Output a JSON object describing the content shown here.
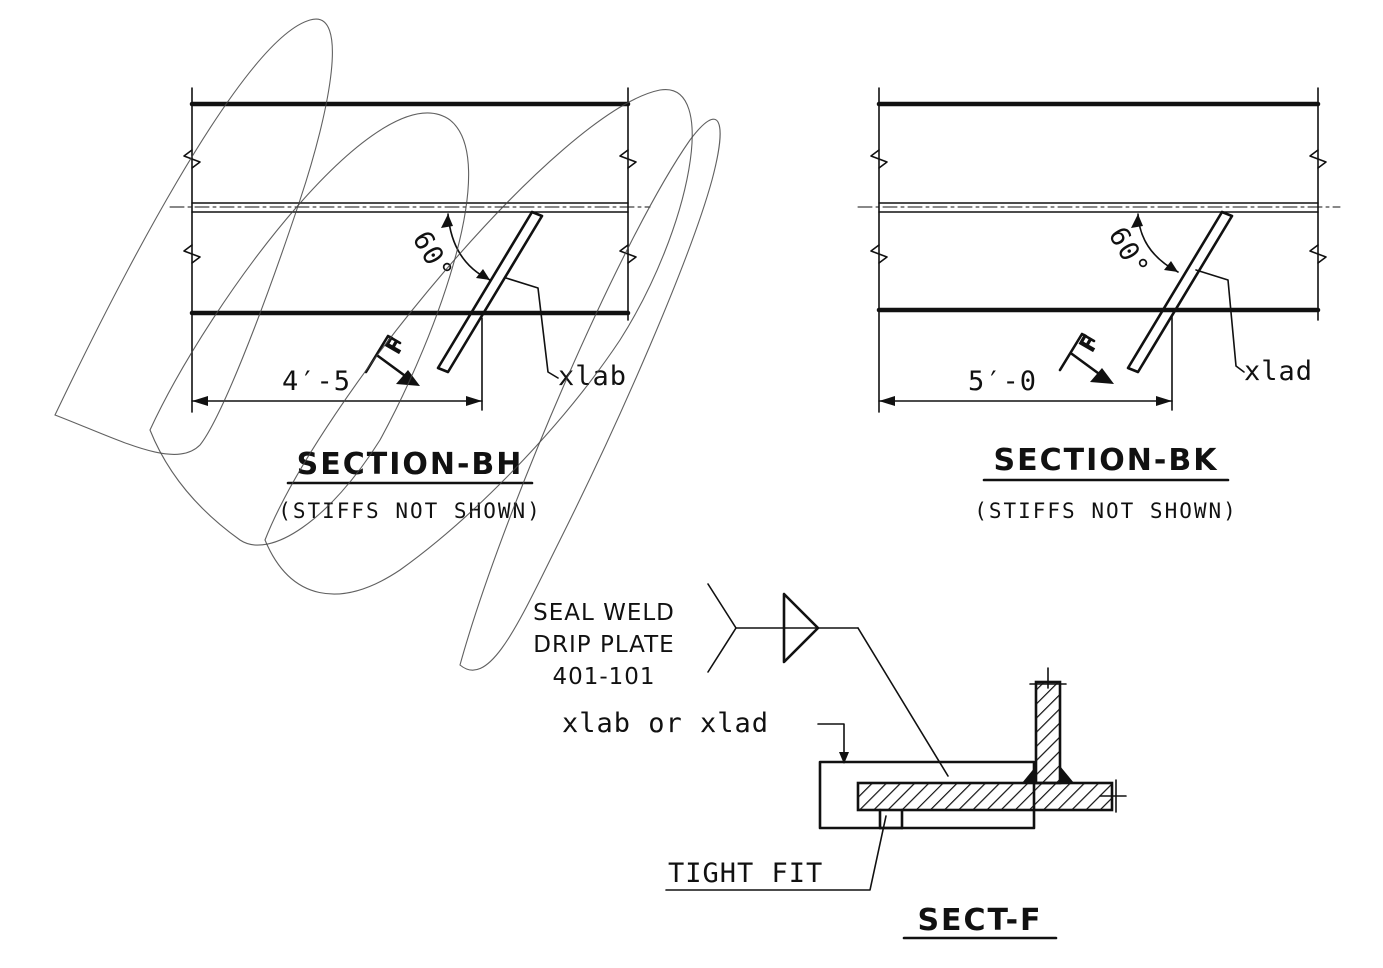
{
  "section_bh": {
    "angle": "60°",
    "dimension": "4′-5",
    "callout": "xlab",
    "mark": "F",
    "title": "SECTION-BH",
    "subtitle": "(STIFFS NOT SHOWN)"
  },
  "section_bk": {
    "angle": "60°",
    "dimension": "5′-0",
    "callout": "xlad",
    "mark": "F",
    "title": "SECTION-BK",
    "subtitle": "(STIFFS NOT SHOWN)"
  },
  "sect_f": {
    "weld_note_1": "SEAL WELD",
    "weld_note_2": "DRIP PLATE",
    "weld_note_3": "401-101",
    "part_label": "xlab or xlad",
    "fit_note": "TIGHT FIT",
    "title": "SECT-F"
  }
}
